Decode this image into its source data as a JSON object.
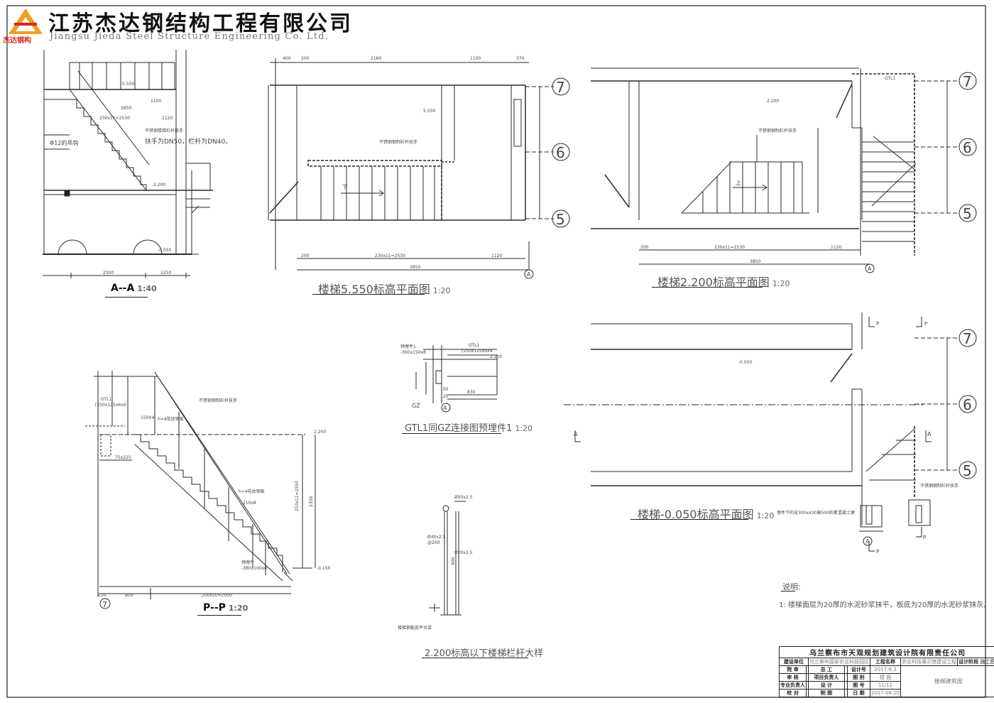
{
  "header": {
    "company_cn": "江苏杰达钢结构工程有限公司",
    "company_en": "Jiangsu Jieda Steel Structure Engineering Co. Ltd.",
    "logo_text": "杰达钢构"
  },
  "views": {
    "aa": {
      "title": "A--A",
      "scale": "1:40"
    },
    "plan5550": {
      "title": "楼梯5.550标高平面图",
      "scale": "1:20"
    },
    "plan2200": {
      "title": "楼梯2.200标高平面图",
      "scale": "1:20"
    },
    "plan0050": {
      "title": "楼梯-0.050标高平面图",
      "scale": "1:20"
    },
    "pp": {
      "title": "P--P",
      "scale": "1:20"
    },
    "gtl": {
      "title": "GTL1同GZ连接图预埋件1",
      "scale": "1:20"
    },
    "railing": {
      "title": "2.200标高以下楼梯栏杆大样"
    }
  },
  "annotations": {
    "aa_rail": "不锈钢楼梯栏杆扶手",
    "aa_rail_spec": "扶手为DN50，栏杆为DN40。",
    "aa_hook": "Φ12的吊钩",
    "plan5550_rail": "不锈钢钢制栏杆扶手",
    "plan2200_rail": "不锈钢钢制栏杆扶手",
    "plan0050_rail": "不锈钢钢制栏杆扶手",
    "plan0050_embed": "埋件下的设300x430高500的素混凝土墩",
    "pp_rail": "不锈钢钢制栏杆扶手",
    "pp_tread": "h=4花纹钢板",
    "pp_embed": "预埋件",
    "pp_embed_spec": "-380x100x8",
    "railing_note": "楼梯钢板底平台梁",
    "up": "上",
    "down": "下",
    "gtl1": "GTL1",
    "gz": "GZ",
    "embed1": "预埋件1",
    "embed1_spec": "-300x150x8",
    "gtl1_spec": "[250x125x6x9",
    "elev_5550": "5.550",
    "elev_2200": "2.200",
    "elev_m0050": "-0.050",
    "elev_m0150": "-0.150",
    "dim_3850": "3850",
    "dim_230x11": "230x11=2530",
    "dim_1120": "1120",
    "dim_200": "200",
    "dim_2180": "2180",
    "dim_1100": "1100",
    "dim_370": "370",
    "dim_400": "400",
    "dim_2500": "2500",
    "dim_1250": "1250",
    "dim_800": "800",
    "dim_200x10": "200x10=2000",
    "dim_900": "900",
    "dim_1250v": "1250",
    "dim_100": "100",
    "dim_120": "120",
    "dim_830": "830",
    "dim_150x4": "150X4",
    "dim_75x225": "75x225",
    "dim_210x8": "210x8",
    "dim_253x11": "253x11=2550",
    "dim_2350": "2350",
    "rail_d50": "Ø50x2.5",
    "rail_d40": "Ø40x2.5",
    "rail_d20": "Ø20x2.5",
    "rail_at200": "@200",
    "axis_7": "7",
    "axis_6": "6",
    "axis_5": "5",
    "axis_A": "A",
    "sect_A": "A",
    "sect_P": "P"
  },
  "notes": {
    "heading": "说明:",
    "line1": "1: 楼梯面层为20厚的水泥砂浆抹平，板底为20厚的水泥砂浆抹灰。"
  },
  "title_block": {
    "institute": "乌兰察布市天观规划建筑设计院有限责任公司",
    "client_label": "建设单位",
    "client_value": "乌兰察布国家农业科技园区",
    "project_label": "工程名称",
    "project_value": "农业科技展示馆建设工程",
    "stage_label": "设计阶段",
    "stage_value": "施工图",
    "r1": [
      "院 审",
      "总 工",
      "设计号",
      "2017-6.3"
    ],
    "r2": [
      "审 核",
      "项目负责人",
      "图 别",
      "建 施"
    ],
    "r3": [
      "专业负责人",
      "设 计",
      "图 号",
      "11/11"
    ],
    "r4": [
      "校 对",
      "制 图",
      "日 期",
      "2017.08.20"
    ],
    "drawing_name": "楼梯建筑图"
  },
  "colors": {
    "line": "#2a2a2a",
    "logo_orange": "#f0a020",
    "logo_red": "#d9261c"
  }
}
